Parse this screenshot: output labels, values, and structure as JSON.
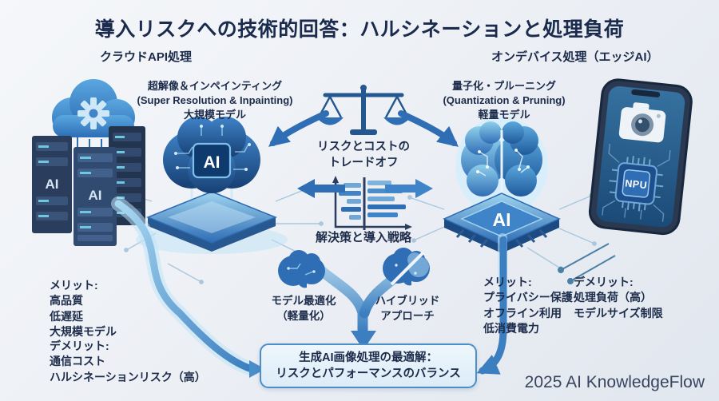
{
  "title": "導入リスクへの技術的回答：ハルシネーションと処理負荷",
  "columns": {
    "left_label": "クラウドAPI処理",
    "right_label": "オンデバイス処理（エッジAI）"
  },
  "left": {
    "technique_lines": [
      "超解像＆インペインティング",
      "(Super Resolution & Inpainting)",
      "大規模モデル"
    ],
    "merit_lines": [
      "メリット:",
      "高品質",
      "低遅延",
      "大規模モデル"
    ],
    "demerit_lines": [
      "デメリット:",
      "通信コスト",
      "ハルシネーションリスク（高）"
    ],
    "server_ai_label": "AI",
    "chip_ai_label": "AI"
  },
  "right": {
    "technique_lines": [
      "量子化・プルーニング",
      "(Quantization & Pruning)",
      "軽量モデル"
    ],
    "merit_lines": [
      "メリット:",
      "プライバシー保護",
      "オフライン利用",
      "低消費電力"
    ],
    "demerit_lines": [
      "デメリット:",
      "処理負荷（高）",
      "モデルサイズ制限"
    ],
    "chip_ai_label": "AI",
    "npu_label": "NPU"
  },
  "center": {
    "tradeoff_lines": [
      "リスクとコストの",
      "トレードオフ"
    ],
    "strategy": "解決策と導入戦略",
    "option_left_lines": [
      "モデル最適化",
      "（軽量化）"
    ],
    "option_right_lines": [
      "ハイブリッド",
      "アプローチ"
    ],
    "conclusion_lines": [
      "生成AI画像処理の最適解：",
      "リスクとパフォーマンスのバランス"
    ]
  },
  "footer": "2025 AI KnowledgeFlow",
  "colors": {
    "accent_blue": "#2f6db5",
    "arrow_blue": "#3c7fc0",
    "light_glow": "#bfe4f7",
    "box_border": "#4c8fc7",
    "box_bg": "#e7f2fb",
    "title_navy": "#1b2b4d"
  }
}
